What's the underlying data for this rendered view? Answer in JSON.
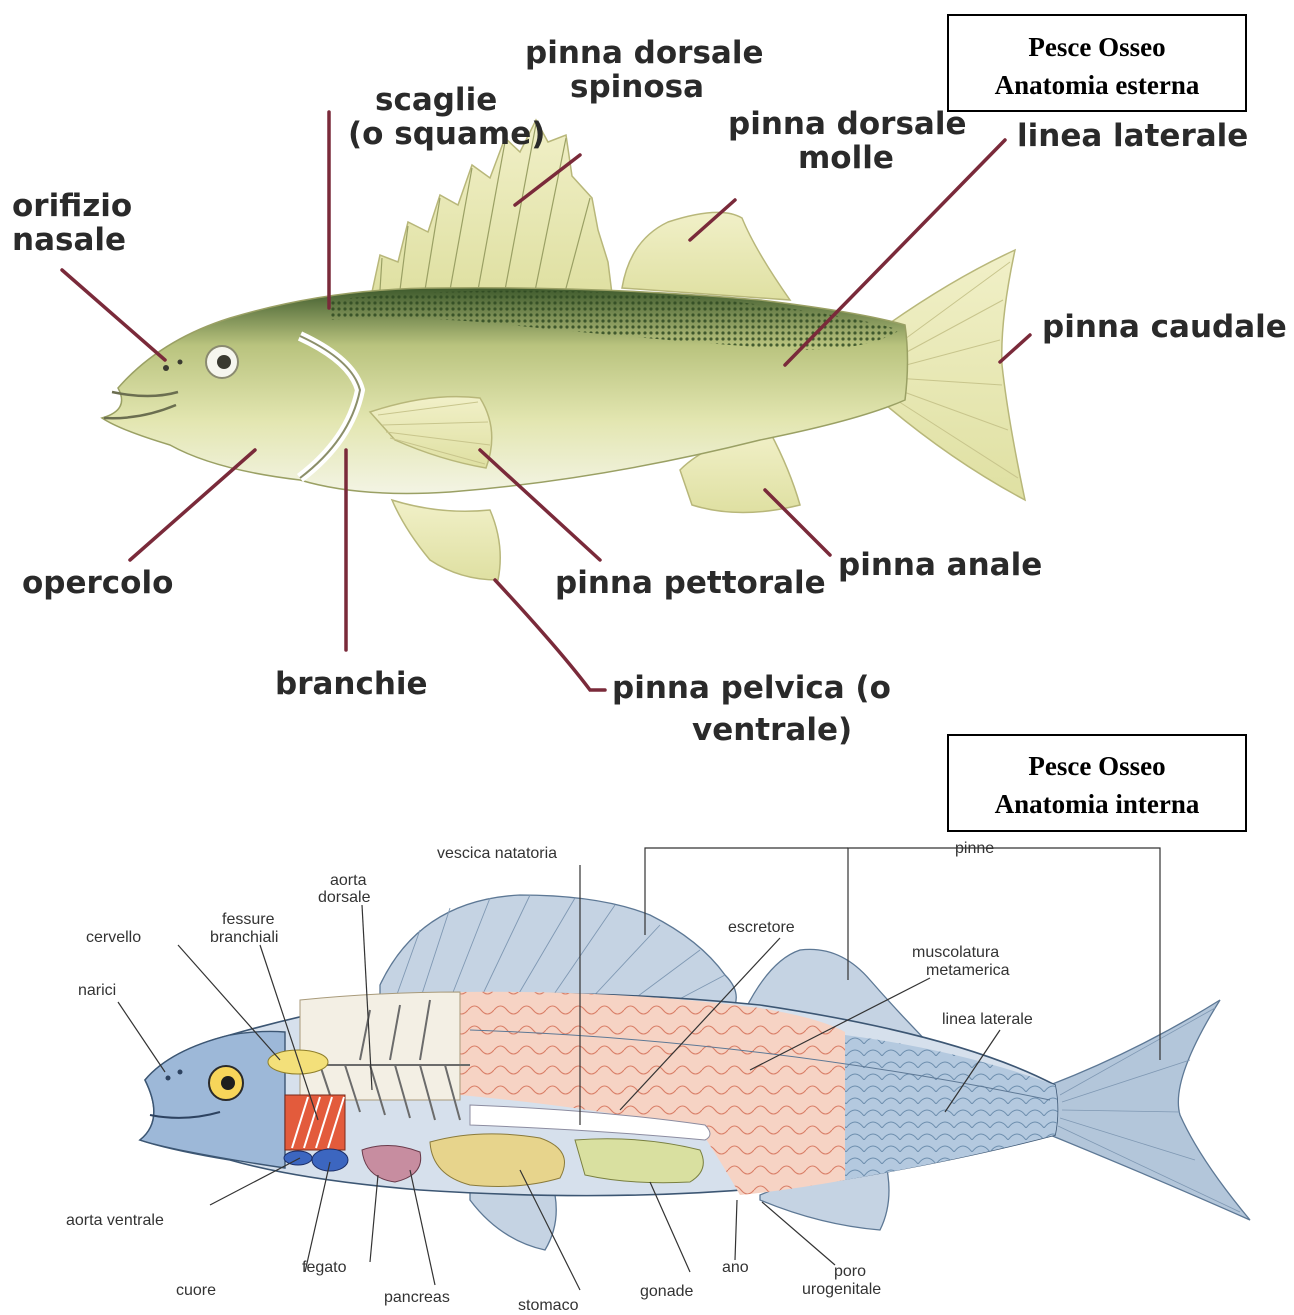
{
  "external": {
    "box_title_line1": "Pesce Osseo",
    "box_title_line2": "Anatomia esterna",
    "labels": {
      "spinous_dorsal_1": "pinna dorsale",
      "spinous_dorsal_2": "spinosa",
      "scales_1": "scaglie",
      "scales_2": "(o squame)",
      "soft_dorsal_1": "pinna dorsale",
      "soft_dorsal_2": "molle",
      "lateral_line": "linea laterale",
      "nostril_1": "orifizio",
      "nostril_2": "nasale",
      "caudal": "pinna caudale",
      "operculum": "opercolo",
      "pectoral": "pinna pettorale",
      "anal": "pinna anale",
      "gills": "branchie",
      "pelvic_1": "pinna pelvica (o",
      "pelvic_2": "ventrale)"
    }
  },
  "internal": {
    "box_title_line1": "Pesce Osseo",
    "box_title_line2": "Anatomia interna",
    "labels": {
      "swim_bladder": "vescica natatoria",
      "fins": "pinne",
      "dorsal_aorta_1": "aorta",
      "dorsal_aorta_2": "dorsale",
      "gill_slits_1": "fessure",
      "gill_slits_2": "branchiali",
      "brain": "cervello",
      "nostrils": "narici",
      "excretory": "escretore",
      "muscles_1": "muscolatura",
      "muscles_2": "metamerica",
      "lateral_line": "linea laterale",
      "ventral_aorta": "aorta ventrale",
      "liver": "fegato",
      "heart": "cuore",
      "pancreas": "pancreas",
      "stomach": "stomaco",
      "gonad": "gonade",
      "anus": "ano",
      "urogenital_1": "poro",
      "urogenital_2": "urogenitale"
    }
  }
}
